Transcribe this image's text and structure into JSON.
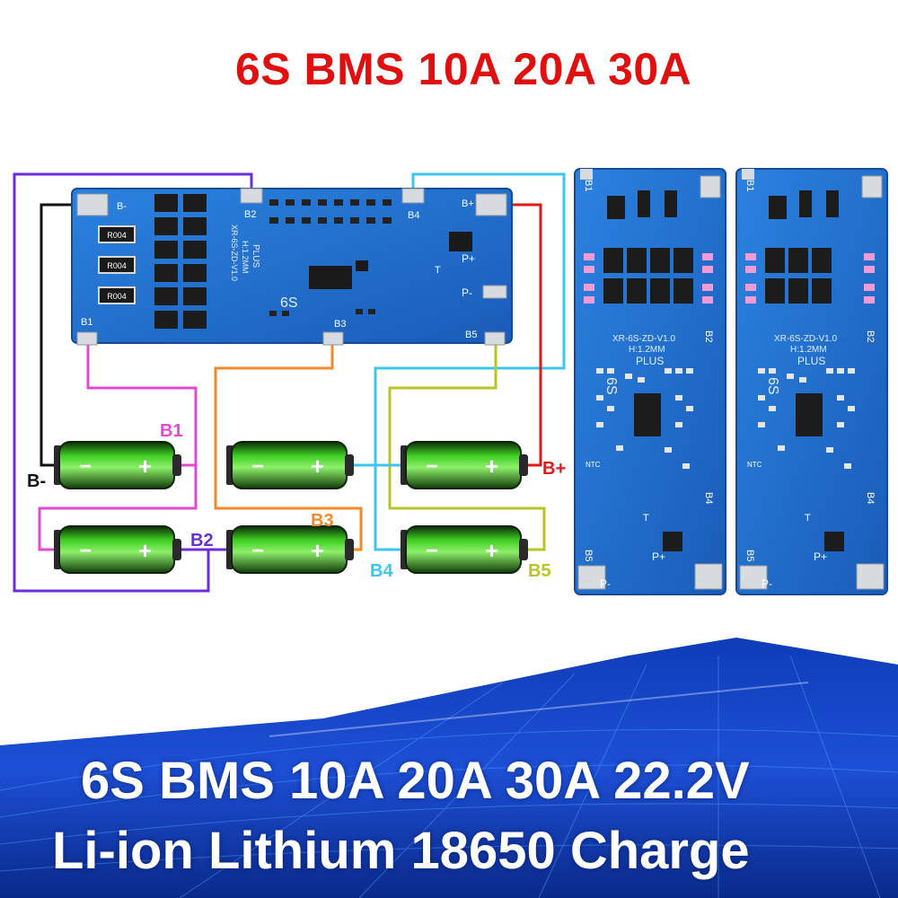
{
  "headline": "6S BMS 10A 20A 30A",
  "banner": {
    "line1": "6S BMS 10A 20A 30A 22.2V",
    "line2": "Li-ion Lithium 18650 Charge"
  },
  "board_main": {
    "pads": {
      "b_minus": "B-",
      "b1": "B1",
      "b2": "B2",
      "b3": "B3",
      "b4": "B4",
      "b5": "B5",
      "b_plus": "B+",
      "p_plus": "P+",
      "p_minus": "P-",
      "t": "T"
    },
    "silkscreen": [
      "XR-6S-ZD-V1.0",
      "H:1.2MM",
      "PLUS"
    ],
    "cell_label": "6S",
    "resistor_codes": [
      "R004",
      "R004",
      "R004"
    ]
  },
  "board_side": {
    "pads": {
      "b1": "B1",
      "b2": "B2",
      "b4": "B4",
      "b5": "B5",
      "p_plus": "P+",
      "p_minus": "P-",
      "t": "T",
      "ntc": "NTC"
    },
    "silkscreen": [
      "XR-6S-ZD-V1.0",
      "H:1.2MM",
      "PLUS"
    ],
    "cell_label": "6S"
  },
  "wiring": {
    "labels": {
      "b_minus": "B-",
      "b_plus": "B+",
      "b1": "B1",
      "b2": "B2",
      "b3": "B3",
      "b4": "B4",
      "b5": "B5"
    },
    "cell_signs": {
      "minus": "−",
      "plus": "+"
    },
    "colors": {
      "b_minus": "#111111",
      "b1": "#e24ad2",
      "b2": "#6a2fd8",
      "b3": "#f08a2a",
      "b4": "#3cc6ee",
      "b5": "#b8c428",
      "b_plus": "#e01818",
      "cell_green": "#34b81e",
      "board_blue": "#1f6fd0",
      "title_red": "#e01010"
    }
  }
}
